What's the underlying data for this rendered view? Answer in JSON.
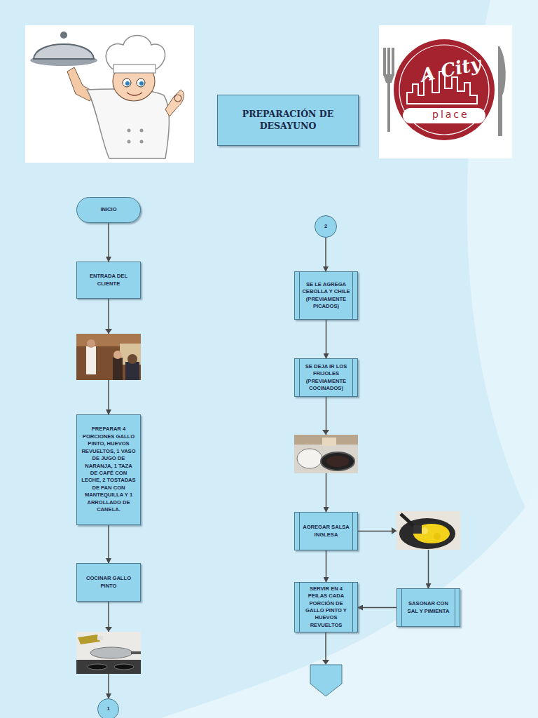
{
  "diagram": {
    "title": "PREPARACIÓN DE DESAYUNO",
    "nodes": [
      {
        "text": [
          "INICIO"
        ]
      },
      {
        "text": [
          "ENTRADA DEL CLIENTE"
        ]
      },
      {
        "text": [
          "PREPARAR 4 PORCIONES GALLO PINTO, HUEVOS REVUELTOS, 1 VASO DE JUGO DE NARANJA, 1 TAZA DE CAFÉ CON LECHE, 2 TOSTADAS DE PAN CON MANTEQUILLA Y 1 ARROLLADO DE CANELA."
        ]
      },
      {
        "text": [
          "COCINAR GALLO PINTO"
        ]
      },
      {
        "text": [
          "1"
        ]
      },
      {
        "text": [
          "2"
        ]
      },
      {
        "text": [
          "SE LE AGREGA CEBOLLA Y CHILE (PREVIAMENTE PICADOS)"
        ]
      },
      {
        "text": [
          "SE DEJA IR LOS FRIJOLES (PREVIAMENTE COCINADOS)"
        ]
      },
      {
        "text": [
          "AGREGAR SALSA INGLESA"
        ]
      },
      {
        "text": [
          "SASONAR CON SAL Y PIMIENTA"
        ]
      },
      {
        "text": [
          "SERVIR EN 4 PEILAS CADA PORCIÓN DE GALLO PINTO Y HUEVOS REVUELTOS"
        ]
      }
    ],
    "edges": [
      {
        "from": 0,
        "to": 1,
        "arrow": "to"
      },
      {
        "from": 1,
        "to": 2,
        "arrow": "to"
      },
      {
        "from": 2,
        "to": 3,
        "arrow": "to"
      },
      {
        "from": 3,
        "to": 4,
        "arrow": "to"
      },
      {
        "from": 5,
        "to": 6,
        "arrow": "to"
      },
      {
        "from": 6,
        "to": 7,
        "arrow": "to"
      },
      {
        "from": 7,
        "to": 8,
        "arrow": "to"
      },
      {
        "from": 8,
        "to": 9,
        "arrow": "to"
      },
      {
        "from": 8,
        "to": 10,
        "arrow": "to"
      },
      {
        "from": 9,
        "to": 10,
        "arrow": "to"
      }
    ],
    "labels": [
      "A City",
      "place"
    ]
  }
}
